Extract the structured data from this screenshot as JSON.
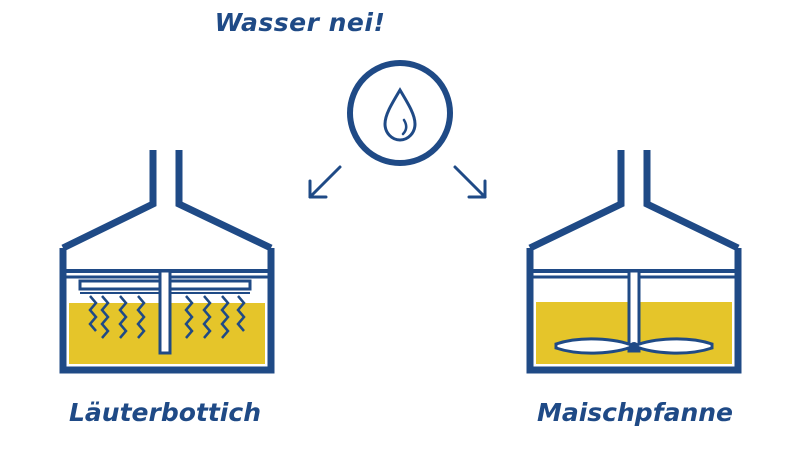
{
  "heading": "Wasser nei!",
  "vessels": {
    "left": {
      "label": "Läuterbottich"
    },
    "right": {
      "label": "Maischpfanne"
    }
  },
  "icons": {
    "center": "water-drop-icon",
    "arrow_left": "arrow-down-left-icon",
    "arrow_right": "arrow-down-right-icon"
  },
  "colors": {
    "outline": "#1f4a86",
    "liquid": "#e5c52a",
    "background": "#ffffff"
  }
}
